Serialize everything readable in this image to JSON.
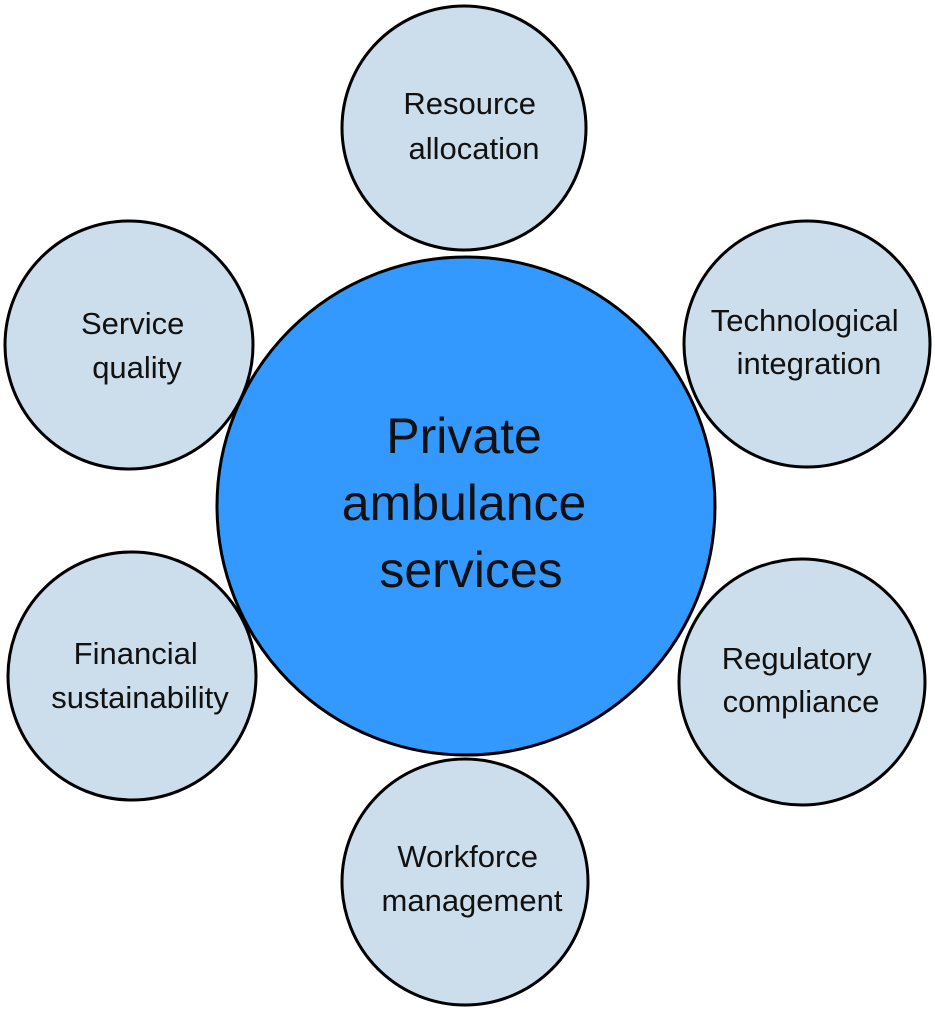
{
  "colors": {
    "center_fill": "#3399FF",
    "satellite_fill": "#CCDDEB",
    "stroke": "#000000",
    "text": "#111111"
  },
  "diagram": {
    "center": {
      "lines": [
        "Private",
        "ambulance",
        "services"
      ]
    },
    "nodes": [
      {
        "id": "resource-allocation",
        "lines": [
          "Resource",
          "allocation"
        ]
      },
      {
        "id": "technological-integration",
        "lines": [
          "Technological",
          "integration"
        ]
      },
      {
        "id": "regulatory-compliance",
        "lines": [
          "Regulatory",
          "compliance"
        ]
      },
      {
        "id": "workforce-management",
        "lines": [
          "Workforce",
          "management"
        ]
      },
      {
        "id": "financial-sustainability",
        "lines": [
          "Financial",
          "sustainability"
        ]
      },
      {
        "id": "service-quality",
        "lines": [
          "Service",
          "quality"
        ]
      }
    ]
  }
}
